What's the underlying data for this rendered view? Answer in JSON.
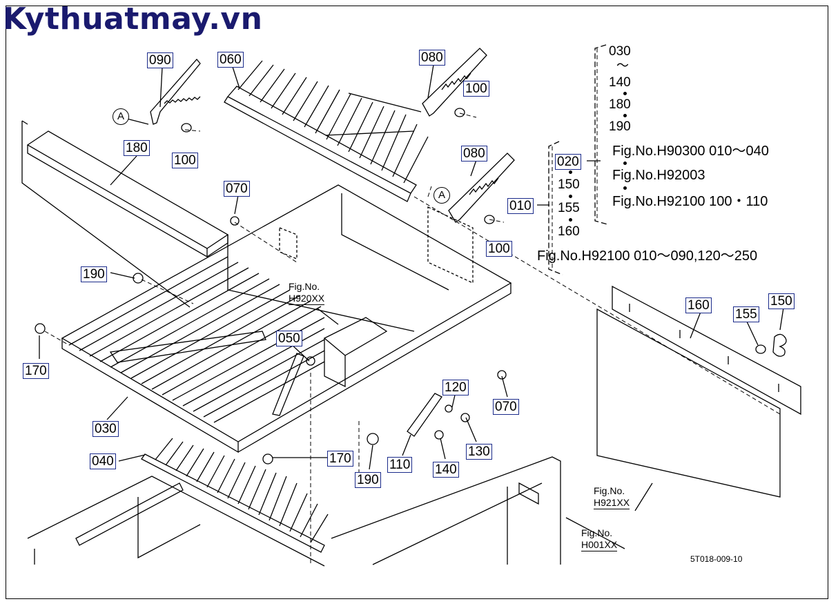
{
  "watermark": "Kythuatmay.vn",
  "drawing_code": "5T018-009-10",
  "circle_marker": "A",
  "callouts": {
    "c090": "090",
    "c060": "060",
    "c080a": "080",
    "c100a": "100",
    "c180": "180",
    "c100b": "100",
    "c080b": "080",
    "c070a": "070",
    "c100c": "100",
    "c010": "010",
    "c020": "020",
    "c190a": "190",
    "c160": "160",
    "c155": "155",
    "c150": "150",
    "c050": "050",
    "c170a": "170",
    "c120": "120",
    "c070b": "070",
    "c030": "030",
    "c130": "130",
    "c110": "110",
    "c140": "140",
    "c040": "040",
    "c170b": "170",
    "c190b": "190"
  },
  "list_top": [
    "030",
    "140",
    "180",
    "190"
  ],
  "list_mid": [
    "150",
    "155",
    "160"
  ],
  "fig_refs": {
    "h90300": "Fig.No.H90300  010～040",
    "h92003": "Fig.No.H92003",
    "h92100a": "Fig.No.H92100  100・110",
    "h92100b": "Fig.No.H92100  010～090,120～250"
  },
  "sub_figs": {
    "h920": {
      "label": "Fig.No.",
      "num": "H920XX"
    },
    "h921": {
      "label": "Fig.No.",
      "num": "H921XX"
    },
    "h001": {
      "label": "Fig.No.",
      "num": "H001XX"
    }
  }
}
